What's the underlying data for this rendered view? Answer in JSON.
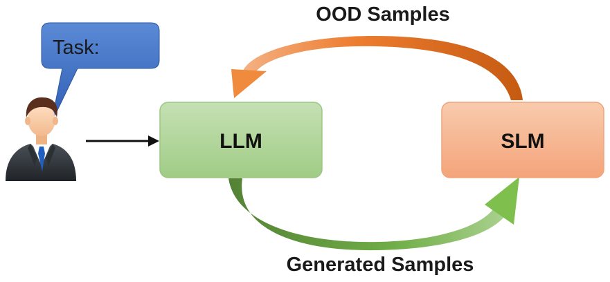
{
  "speech_bubble": {
    "text": "Task:"
  },
  "nodes": {
    "llm": {
      "label": "LLM"
    },
    "slm": {
      "label": "SLM"
    }
  },
  "edges": {
    "top": {
      "label": "OOD Samples",
      "from": "SLM",
      "to": "LLM"
    },
    "bottom": {
      "label": "Generated Samples",
      "from": "LLM",
      "to": "SLM"
    }
  },
  "colors": {
    "llm_fill": "#a9d18e",
    "slm_fill": "#f4b183",
    "top_arrow": "#e87722",
    "bottom_arrow": "#6aa84f",
    "bubble": "#4472c4"
  },
  "icons": {
    "user": "businessman-icon"
  }
}
